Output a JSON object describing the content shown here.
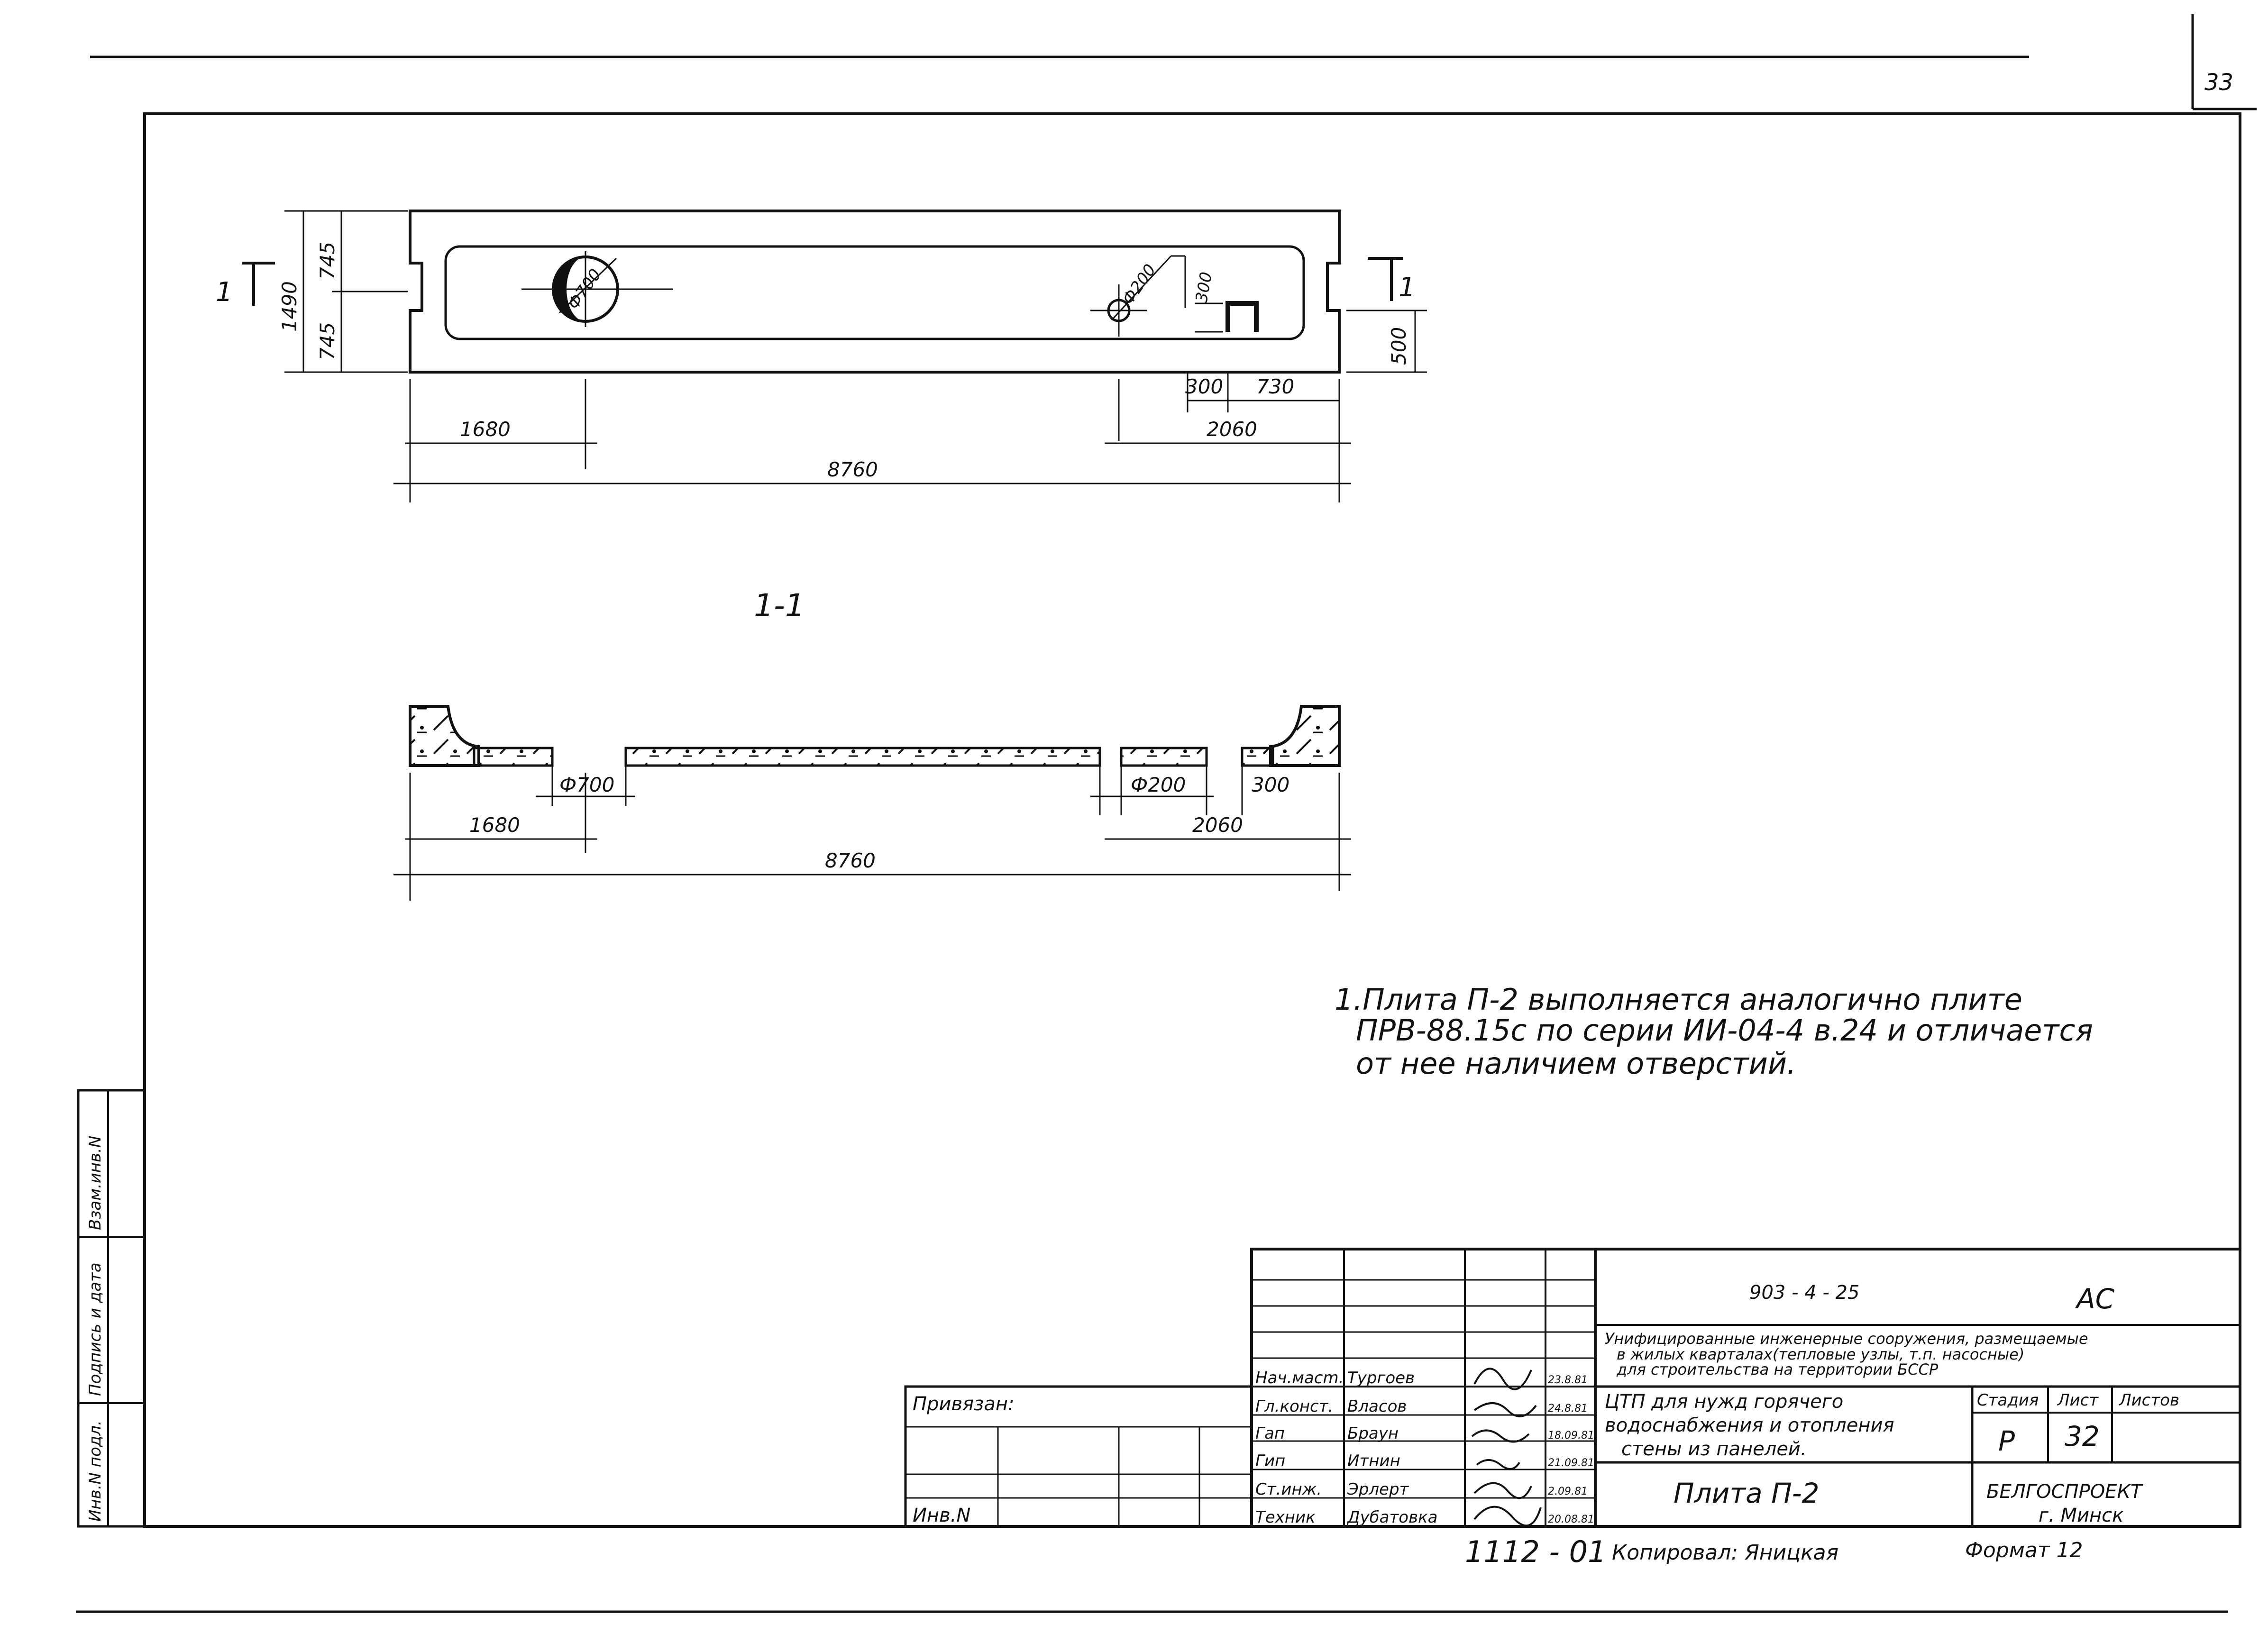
{
  "sheet_number_corner": "33",
  "plan": {
    "section_mark": "1",
    "dims": {
      "total_height": "1490",
      "upper_half": "745",
      "lower_half": "745",
      "right_small": "500",
      "hole_large": "Ф700",
      "hole_small": "Ф200",
      "hole_small_offset": "300",
      "gap_300": "300",
      "gap_730": "730",
      "left_offset": "1680",
      "right_offset": "2060",
      "total_length": "8760"
    }
  },
  "section": {
    "title": "1-1",
    "dims": {
      "hole_large": "Ф700",
      "hole_small": "Ф200",
      "gap_300": "300",
      "left_offset": "1680",
      "right_offset": "2060",
      "total_length": "8760"
    }
  },
  "note": {
    "line1": "1.Плита П-2 выполняется аналогично плите",
    "line2": "ПРВ-88.15с по серии ИИ-04-4 в.24 и отличается",
    "line3": "от нее наличием отверстий."
  },
  "side_stamp": {
    "col1": "Инв.N подл.",
    "col2": "Подпись и дата",
    "col3": "Взам.инв.N"
  },
  "title_block": {
    "project_code": "903 - 4 - 25",
    "sheet_mark": "АС",
    "project_desc_1": "Унифицированные инженерные сооружения, размещаемые",
    "project_desc_2": "в жилых кварталах(тепловые узлы, т.п. насосные)",
    "project_desc_3": "для строительства на территории БССР",
    "building_1": "ЦТП для нужд горячего",
    "building_2": "водоснабжения и отопления",
    "building_3": "стены из панелей.",
    "drawing_title": "Плита П-2",
    "stage_header": "Стадия",
    "sheet_header": "Лист",
    "sheets_header": "Листов",
    "stage_value": "Р",
    "sheet_value": "32",
    "org": "БЕЛГОСПРОЕКТ",
    "city": "г. Минск",
    "binding_label": "Привязан:",
    "inv_label": "Инв.N",
    "roles": [
      "Нач.масm.",
      "Гл.конст.",
      "Гап",
      "Гип",
      "Ст.инж.",
      "Техник"
    ],
    "names": [
      "Тургоев",
      "Власов",
      "Браун",
      "Итнин",
      "Эрлерт",
      "Дубатовка"
    ],
    "dates": [
      "23.8.81",
      "24.8.81",
      "18.09.81",
      "21.09.81",
      "2.09.81",
      "20.08.81"
    ],
    "footer_code": "1112 - 01",
    "copied_by": "Копировал: Яницкая",
    "format": "Формат 12"
  }
}
